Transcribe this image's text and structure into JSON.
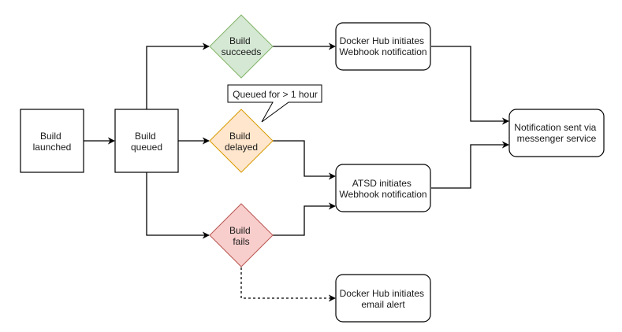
{
  "nodes": {
    "launched": {
      "lines": [
        "Build",
        "launched"
      ]
    },
    "queued": {
      "lines": [
        "Build",
        "queued"
      ]
    },
    "succeeds": {
      "lines": [
        "Build",
        "succeeds"
      ],
      "fill": "#d5e8d4",
      "stroke": "#82b366"
    },
    "delayed": {
      "lines": [
        "Build",
        "delayed"
      ],
      "fill": "#ffe6cc",
      "stroke": "#d79b00"
    },
    "fails": {
      "lines": [
        "Build",
        "fails"
      ],
      "fill": "#f8cecc",
      "stroke": "#b85450"
    },
    "dockerhub_webhook": {
      "lines": [
        "Docker Hub initiates",
        "Webhook notification"
      ]
    },
    "atsd_webhook": {
      "lines": [
        "ATSD initiates",
        "Webhook notification"
      ]
    },
    "dockerhub_email": {
      "lines": [
        "Docker Hub initiates",
        "email alert"
      ]
    },
    "messenger": {
      "lines": [
        "Notification sent via",
        "messenger service"
      ]
    }
  },
  "callout": {
    "text": "Queued for > 1 hour"
  }
}
